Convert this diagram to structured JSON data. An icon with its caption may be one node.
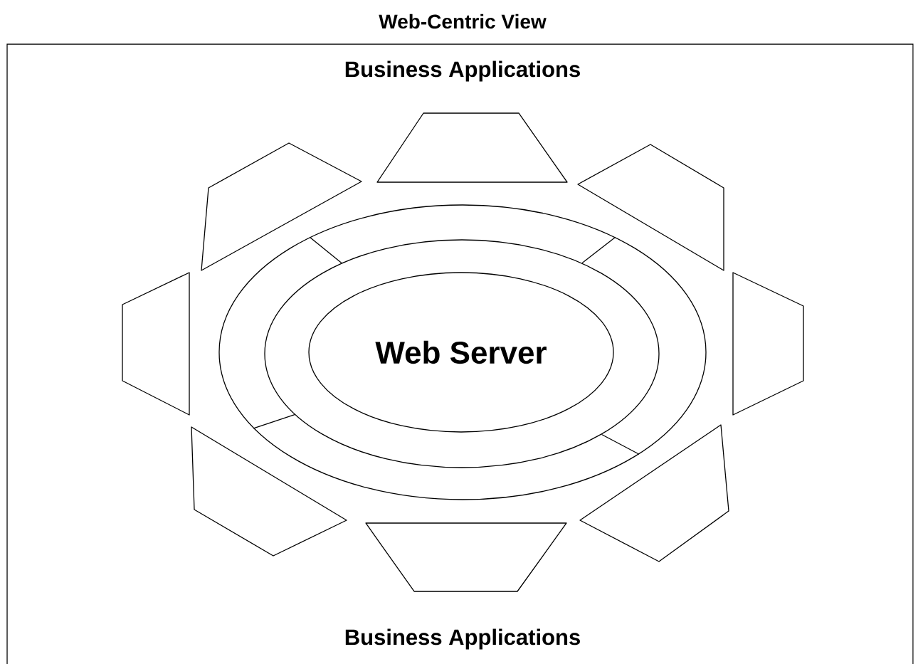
{
  "diagram": {
    "title": "Web-Centric View",
    "nodes": [
      {
        "text": [
          "Business Applications",
          "Business Applications"
        ]
      },
      {
        "text": [],
        "shape": "ellipse",
        "in": 0
      },
      {
        "text": [],
        "shape": "ellipse",
        "in": 1
      },
      {
        "text": [
          "Web Server"
        ],
        "in": 2
      },
      {
        "text": [],
        "shape": "trapezoid",
        "in": 0
      },
      {
        "text": [],
        "shape": "trapezoid",
        "in": 0
      },
      {
        "text": [],
        "shape": "trapezoid",
        "in": 0
      },
      {
        "text": [],
        "shape": "trapezoid",
        "in": 0
      },
      {
        "text": [],
        "shape": "trapezoid",
        "in": 0
      },
      {
        "text": [],
        "shape": "trapezoid",
        "in": 0
      },
      {
        "text": [],
        "shape": "trapezoid",
        "in": 0
      },
      {
        "text": [],
        "shape": "trapezoid",
        "in": 0
      }
    ],
    "edges": [
      {
        "from": 1,
        "to": 2,
        "arrow": "none"
      },
      {
        "from": 1,
        "to": 2,
        "arrow": "none"
      },
      {
        "from": 1,
        "to": 2,
        "arrow": "none"
      },
      {
        "from": 1,
        "to": 2,
        "arrow": "none"
      }
    ]
  }
}
